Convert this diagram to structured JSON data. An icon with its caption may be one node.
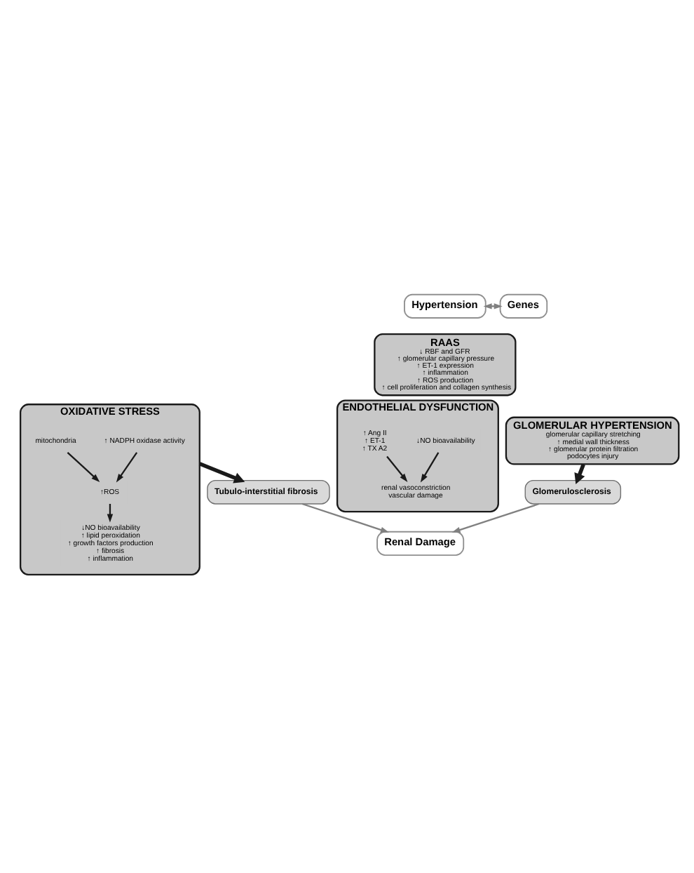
{
  "diagram": {
    "nodes": [
      {
        "text": [
          "Hypertension"
        ]
      },
      {
        "text": [
          "Genes"
        ]
      },
      {
        "text": [
          "RAAS",
          "↓ RBF and GFR",
          "↑ glomerular capillary pressure",
          "↑ ET-1 expression",
          "↑ inflammation",
          "↑ ROS production",
          "↑ cell proliferation and collagen synthesis"
        ]
      },
      {
        "text": [
          "GLOMERULAR HYPERTENSION",
          "glomerular capillary stretching",
          "↑ medial wall thickness",
          "↑ glomerular protein filtration",
          "podocytes injury"
        ]
      },
      {
        "text": [
          "OXIDATIVE STRESS"
        ]
      },
      {
        "text": [
          "↑ NADPH oxidase activity"
        ],
        "in": 4
      },
      {
        "text": [
          "mitochondria"
        ],
        "in": 4
      },
      {
        "text": [
          "↑ROS"
        ],
        "in": 4
      },
      {
        "text": [
          "↓NO bioavailability",
          "↑ lipid peroxidation",
          "↑ growth factors production",
          "↑ fibrosis",
          "↑ inflammation"
        ],
        "in": 4
      },
      {
        "text": [
          "ENDOTHELIAL DYSFUNCTION"
        ]
      },
      {
        "text": [
          "↓NO bioavailability"
        ],
        "in": 9
      },
      {
        "text": [
          "↑ Ang II",
          "↑ ET-1",
          "↑ TX A2"
        ],
        "in": 9
      },
      {
        "text": [
          "renal vasoconstriction",
          "vascular damage"
        ],
        "in": 9
      },
      {
        "text": [
          "Glomerulosclerosis"
        ]
      },
      {
        "text": [
          "Tubulo-interstitial fibrosis"
        ]
      },
      {
        "text": [
          "Renal Damage"
        ]
      }
    ],
    "edges": [
      {
        "from": 0,
        "to": 1,
        "arrow": "both",
        "color": "#808080"
      },
      {
        "from": 5,
        "to": 7,
        "arrow": "to"
      },
      {
        "from": 6,
        "to": 7,
        "arrow": "to"
      },
      {
        "from": 7,
        "to": 8,
        "arrow": "to"
      },
      {
        "from": 10,
        "to": 12,
        "arrow": "to"
      },
      {
        "from": 11,
        "to": 12,
        "arrow": "to"
      },
      {
        "from": 3,
        "to": 13,
        "arrow": "to",
        "style": "thick"
      },
      {
        "from": 4,
        "to": 14,
        "arrow": "to",
        "style": "thick"
      },
      {
        "from": 13,
        "to": 15,
        "arrow": "to",
        "color": "#808080"
      },
      {
        "from": 14,
        "to": 15,
        "arrow": "to",
        "color": "#808080"
      }
    ]
  }
}
